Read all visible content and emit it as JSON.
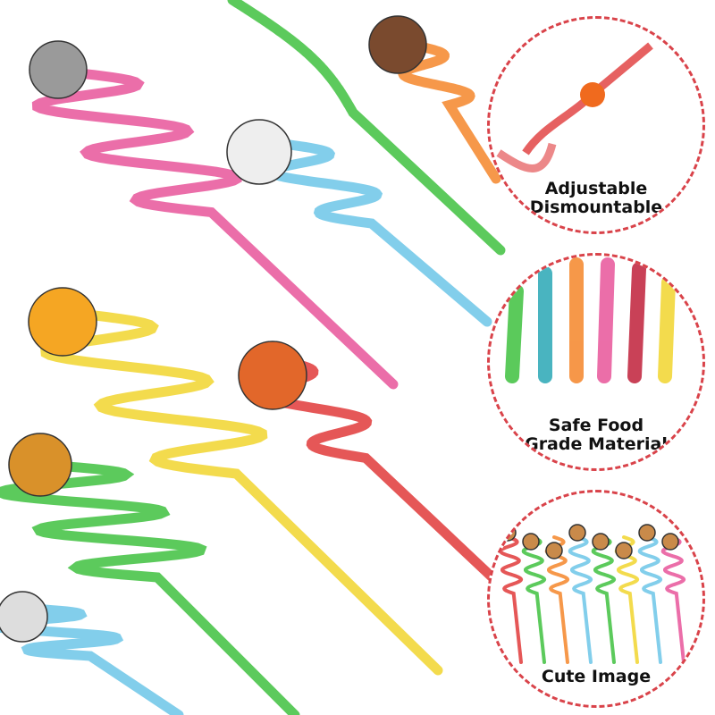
{
  "callouts": [
    {
      "line1": "Adjustable",
      "line2": "Dismountable"
    },
    {
      "line1": "Safe Food",
      "line2": "Grade Material"
    },
    {
      "line1": "Cute Image"
    }
  ],
  "colors": {
    "border": "#d9434a",
    "pink": "#e8559a",
    "green": "#3fc13f",
    "orange": "#f5862a",
    "blue": "#6cc6e8",
    "yellow": "#f1d52e",
    "red": "#e0393a"
  }
}
